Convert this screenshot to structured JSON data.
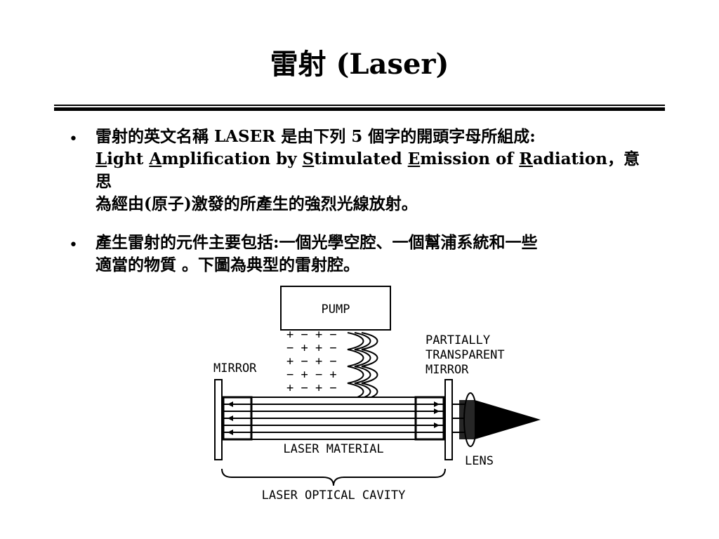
{
  "slide": {
    "title": "雷射 (Laser)",
    "bullets": [
      {
        "line1": "雷射的英文名稱 LASER 是由下列 5 個字的開頭字母所組成:",
        "words": [
          {
            "first": "L",
            "rest": "ight"
          },
          {
            "first": "A",
            "rest": "mplification by"
          },
          {
            "first": "S",
            "rest": "timulated"
          },
          {
            "first": "E",
            "rest": "mission of"
          },
          {
            "first": "R",
            "rest": "adiation"
          }
        ],
        "tail": "，意思",
        "line3": "為經由(原子)激發的所產生的強烈光線放射。"
      },
      {
        "line1": "產生雷射的元件主要包括:一個光學空腔、一個幫浦系統和一些",
        "line2": "適當的物質 。下圖為典型的雷射腔。"
      }
    ]
  },
  "diagram": {
    "pump": "PUMP",
    "mirror": "MIRROR",
    "partial_mirror": [
      "PARTIALLY",
      "TRANSPARENT",
      "MIRROR"
    ],
    "material": "LASER MATERIAL",
    "lens": "LENS",
    "cavity": "LASER OPTICAL CAVITY",
    "signs": [
      "+ − + −",
      "− + + −",
      "+ − + −",
      "− + − +",
      "+ − + −",
      "− + − +"
    ]
  }
}
